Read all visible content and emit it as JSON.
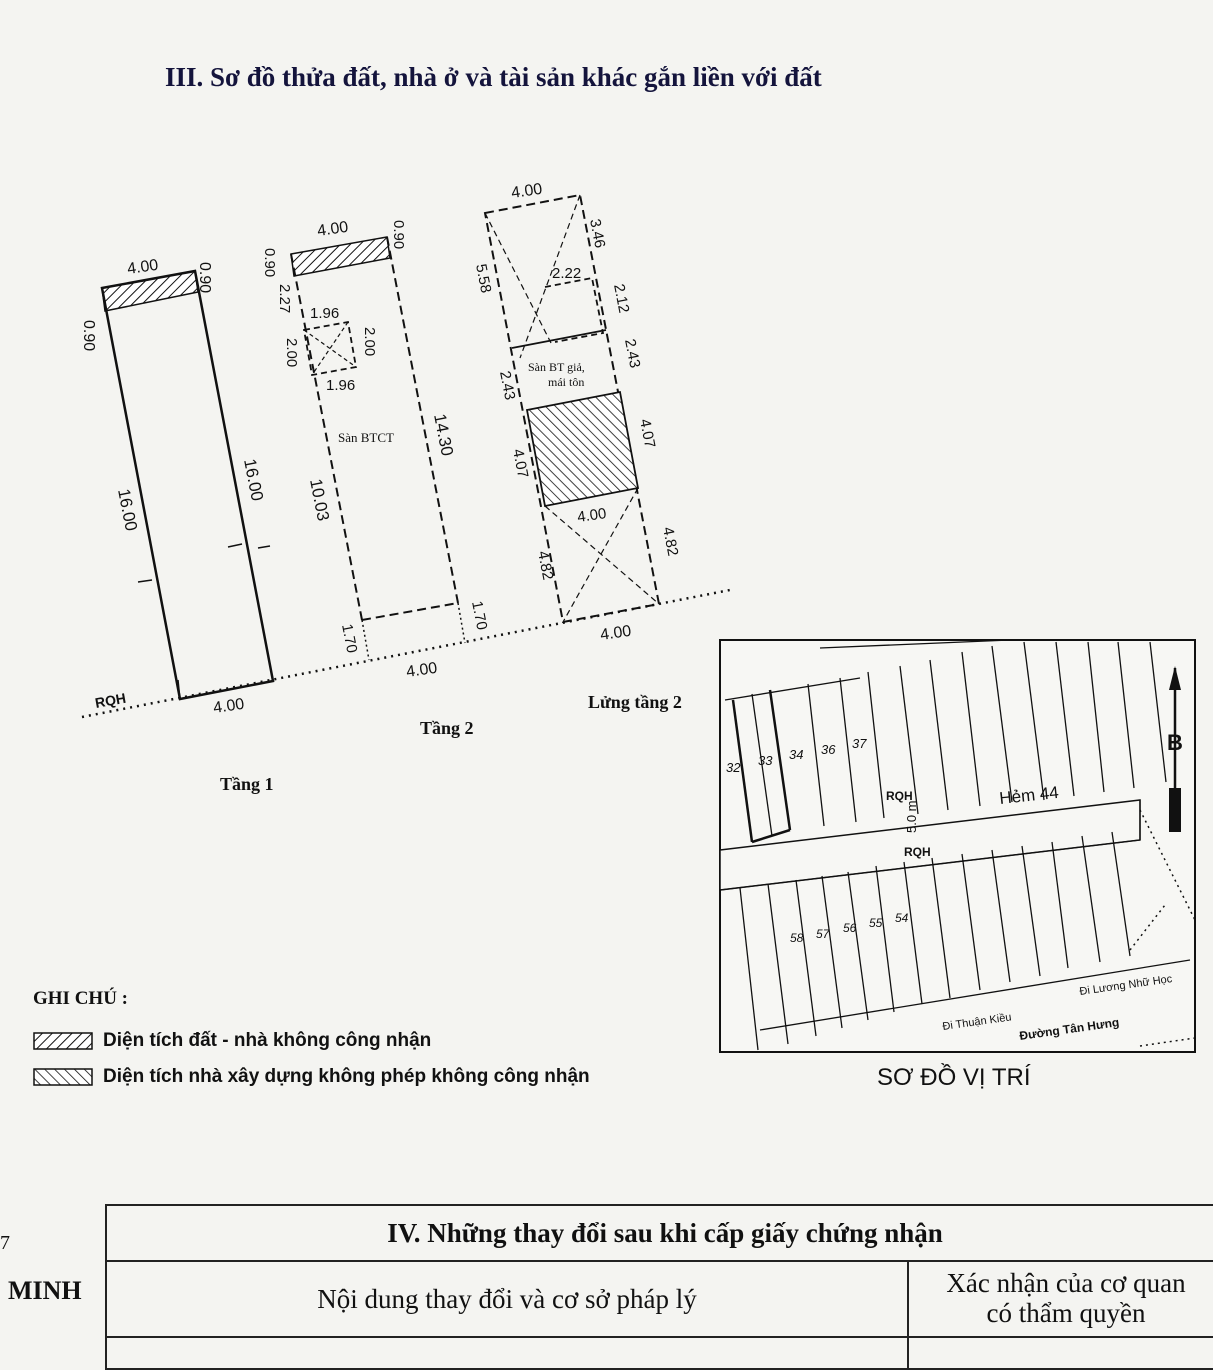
{
  "section3": {
    "title": "III. Sơ đồ thửa đất, nhà ở và tài sản khác gắn liền với đất"
  },
  "floor1": {
    "top": "4.00",
    "corner_left": "0.90",
    "corner_right": "0.90",
    "left_side": "16.00",
    "right_side": "16.00",
    "bottom": "4.00",
    "rqh": "RQH",
    "caption": "Tầng 1"
  },
  "floor2": {
    "top": "4.00",
    "hatch_left": "0.90",
    "hatch_right": "0.90",
    "left_upper": "2.27",
    "void_top": "1.96",
    "void_bottom": "1.96",
    "void_left": "2.00",
    "void_right": "2.00",
    "floor_label": "Sàn BTCT",
    "right_side": "14.30",
    "left_lower": "10.03",
    "setback_left": "1.70",
    "setback_right": "1.70",
    "bottom": "4.00",
    "caption": "Tầng 2"
  },
  "mezzanine": {
    "top": "4.00",
    "right_top": "3.46",
    "left_top": "5.58",
    "inner_top": "2.22",
    "inner_right": "2.12",
    "right_mid": "2.43",
    "left_mid": "2.43",
    "slab_label_1": "Sàn BT giả,",
    "slab_label_2": "mái tôn",
    "right_hatch": "4.07",
    "left_hatch": "4.07",
    "mid_width": "4.00",
    "right_low": "4.82",
    "left_low": "4.82",
    "bottom": "4.00",
    "caption": "Lửng tầng 2"
  },
  "location_map": {
    "lots_north": [
      "32",
      "33",
      "34",
      "36",
      "37"
    ],
    "lots_south": [
      "58",
      "57",
      "56",
      "55",
      "54"
    ],
    "rqh_top": "RQH",
    "rqh_bottom": "RQH",
    "width": "5.0 m",
    "alley": "Hẻm 44",
    "north": "B",
    "road_1": "Đi Lương Nhữ Học",
    "road_2": "Đi Thuận Kiều",
    "road_3": "Đường Tân Hưng",
    "caption": "SƠ ĐỒ VỊ TRÍ"
  },
  "legend": {
    "title": "GHI CHÚ :",
    "item1": "Diện tích đất - nhà không công nhận",
    "item2": "Diện tích nhà xây dựng không phép không công nhận"
  },
  "margin": {
    "number": "7",
    "word": "MINH"
  },
  "section4": {
    "title": "IV. Những thay đổi sau khi cấp giấy chứng nhận",
    "col1": "Nội dung thay đổi và cơ sở pháp lý",
    "col2_line1": "Xác nhận của cơ quan",
    "col2_line2": "có thẩm quyền"
  }
}
